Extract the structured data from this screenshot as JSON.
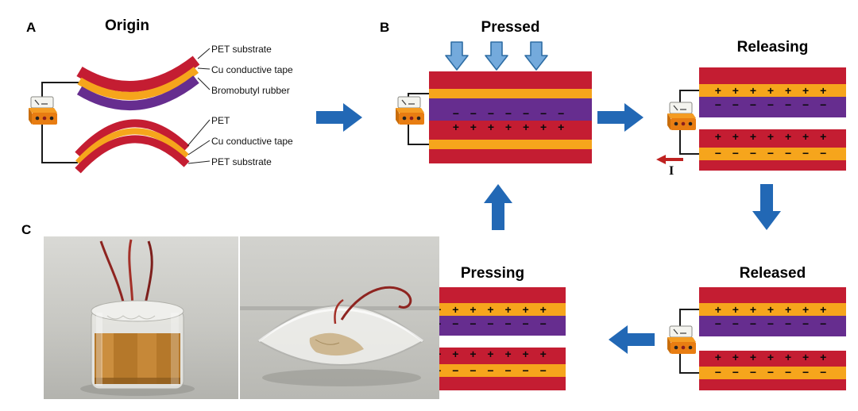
{
  "figure": {
    "panel_a": {
      "label": "A",
      "title": "Origin",
      "layer_labels": [
        "PET substrate",
        "Cu conductive tape",
        "Bromobutyl rubber",
        "PET",
        "Cu conductive tape",
        "PET substrate"
      ]
    },
    "panel_b": {
      "label": "B",
      "charge_plus": "+ + + + + + +",
      "charge_minus": "− − − − − − −",
      "current_label": "I",
      "states": {
        "pressed": "Pressed",
        "releasing": "Releasing",
        "released": "Released",
        "pressing": "Pressing"
      }
    },
    "panel_c": {
      "label": "C"
    }
  },
  "colors": {
    "layer-red": "#C41D32",
    "layer-orange": "#F6A51C",
    "layer-purple": "#662D8F",
    "arrow-blue": "#2268B5",
    "press-arrow-fill": "#74AADC",
    "press-arrow-stroke": "#2E6DA4",
    "current-red": "#BF2221",
    "wire-black": "#1a1a1a",
    "meter-orange": "#E87D12"
  }
}
